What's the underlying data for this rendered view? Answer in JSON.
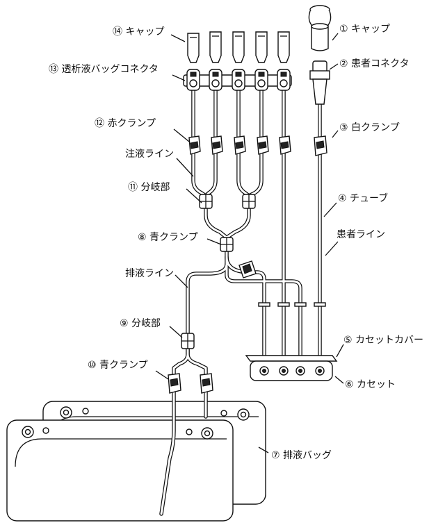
{
  "labels": {
    "cap_patient": "① キャップ",
    "patient_connector": "② 患者コネクタ",
    "white_clamp": "③ 白クランプ",
    "tube": "④ チューブ",
    "patient_line": "患者ライン",
    "cassette_cover": "⑤ カセットカバー",
    "cassette": "⑥ カセット",
    "drain_bag": "⑦ 排液バッグ",
    "blue_clamp_8": "⑧ 青クランプ",
    "drain_line": "排液ライン",
    "branch_9": "⑨ 分岐部",
    "blue_clamp_10": "⑩ 青クランプ",
    "branch_11": "⑪ 分岐部",
    "infusion_line": "注液ライン",
    "red_clamp": "⑫ 赤クランプ",
    "dialysate_connector": "⑬ 透析液バッグコネクタ",
    "cap_bag": "⑭ キャップ"
  }
}
